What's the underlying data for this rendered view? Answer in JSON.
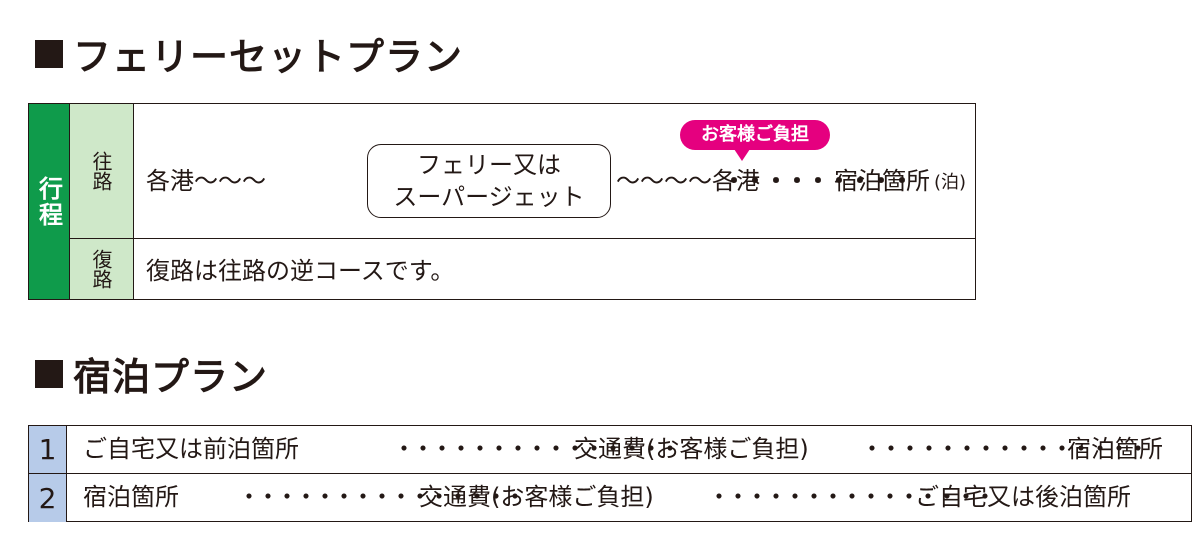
{
  "ferry_section": {
    "title": "フェリーセットプラン",
    "itinerary_label": "行程",
    "outbound_label": "往路",
    "return_label": "復路",
    "outbound": {
      "origin": "各港〜〜〜",
      "transport": [
        "フェリー又は",
        "スーパージェット"
      ],
      "after_transport": "〜〜〜〜各港",
      "dots": "・・・・・・・・・",
      "destination": "宿泊箇所",
      "destination_note": "(泊)",
      "customer_pays": "お客様ご負担"
    },
    "return_text": "復路は往路の逆コースです。"
  },
  "hotel_section": {
    "title": "宿泊プラン",
    "rows": [
      {
        "num": "1",
        "start": "ご自宅又は前泊箇所",
        "dots1": "・・・・・・・・・・・・・・・",
        "middle": "交通費(お客様ご負担)",
        "dots2": "・・・・・・・・・・・・・・・",
        "end": "宿泊箇所"
      },
      {
        "num": "2",
        "start": "宿泊箇所",
        "dots1": "・・・・・・・・・・・・・・・",
        "middle": "交通費(お客様ご負担)",
        "dots2": "・・・・・・・・・・・・・・・",
        "end": "ご自宅又は後泊箇所"
      }
    ]
  }
}
